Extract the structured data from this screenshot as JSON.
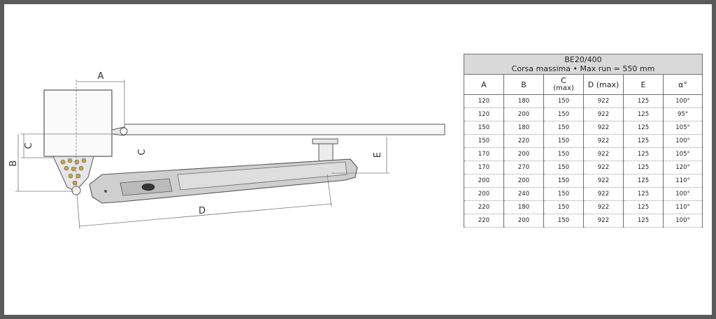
{
  "drawing": {
    "labels": {
      "A": "A",
      "B": "B",
      "C": "C",
      "D": "D",
      "E": "E",
      "C2": "C"
    }
  },
  "table": {
    "title": "BE20/400",
    "subtitle": "Corsa massima • Max run = 550 mm",
    "headers": [
      "A",
      "B",
      "C",
      "(max)",
      "D (max)",
      "E",
      "α°"
    ],
    "rows": [
      [
        "120",
        "180",
        "150",
        "922",
        "125",
        "100°"
      ],
      [
        "120",
        "200",
        "150",
        "922",
        "125",
        "95°"
      ],
      [
        "150",
        "180",
        "150",
        "922",
        "125",
        "105°"
      ],
      [
        "150",
        "220",
        "150",
        "922",
        "125",
        "100°"
      ],
      [
        "170",
        "200",
        "150",
        "922",
        "125",
        "105°"
      ],
      [
        "170",
        "270",
        "150",
        "922",
        "125",
        "120°"
      ],
      [
        "200",
        "200",
        "150",
        "922",
        "125",
        "110°"
      ],
      [
        "200",
        "240",
        "150",
        "922",
        "125",
        "100°"
      ],
      [
        "220",
        "180",
        "150",
        "922",
        "125",
        "110°"
      ],
      [
        "220",
        "200",
        "150",
        "922",
        "125",
        "100°"
      ]
    ]
  }
}
